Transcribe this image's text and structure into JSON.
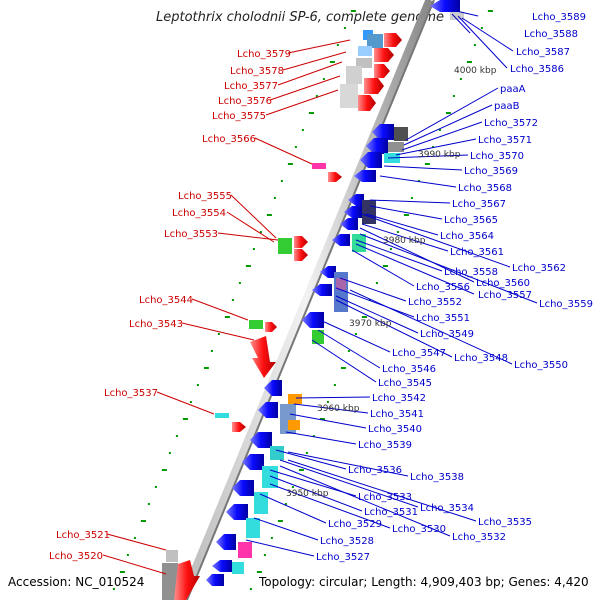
{
  "title": "Leptothrix cholodnii SP-6, complete genome",
  "footer": {
    "accession": "Accession: NC_010524",
    "topology": "Topology: circular; Length: 4,909,403 bp; Genes: 4,420"
  },
  "kbp_marks": [
    "4000 kbp",
    "3990 kbp",
    "3980 kbp",
    "3970 kbp",
    "3960 kbp",
    "3950 kbp"
  ],
  "left_labels": [
    "Lcho_3579",
    "Lcho_3578",
    "Lcho_3577",
    "Lcho_3576",
    "Lcho_3575",
    "Lcho_3566",
    "Lcho_3555",
    "Lcho_3554",
    "Lcho_3553",
    "Lcho_3544",
    "Lcho_3543",
    "Lcho_3537",
    "Lcho_3521",
    "Lcho_3520"
  ],
  "right_labels": [
    "Lcho_3589",
    "Lcho_3588",
    "Lcho_3587",
    "Lcho_3586",
    "paaA",
    "paaB",
    "Lcho_3572",
    "Lcho_3571",
    "Lcho_3570",
    "Lcho_3569",
    "Lcho_3568",
    "Lcho_3567",
    "Lcho_3565",
    "Lcho_3564",
    "Lcho_3561",
    "Lcho_3562",
    "Lcho_3560",
    "Lcho_3558",
    "Lcho_3556",
    "Lcho_3557",
    "Lcho_3559",
    "Lcho_3552",
    "Lcho_3551",
    "Lcho_3549",
    "Lcho_3547",
    "Lcho_3548",
    "Lcho_3550",
    "Lcho_3546",
    "Lcho_3545",
    "Lcho_3542",
    "Lcho_3541",
    "Lcho_3540",
    "Lcho_3539",
    "Lcho_3536",
    "Lcho_3538",
    "Lcho_3533",
    "Lcho_3534",
    "Lcho_3531",
    "Lcho_3535",
    "Lcho_3529",
    "Lcho_3530",
    "Lcho_3532",
    "Lcho_3528",
    "Lcho_3527"
  ],
  "colors": {
    "forward_strand": "#ff0000",
    "reverse_strand": "#0000ff",
    "backbone": "#888888",
    "other_gene": "#00cc66",
    "rna_marker": "#009900"
  }
}
